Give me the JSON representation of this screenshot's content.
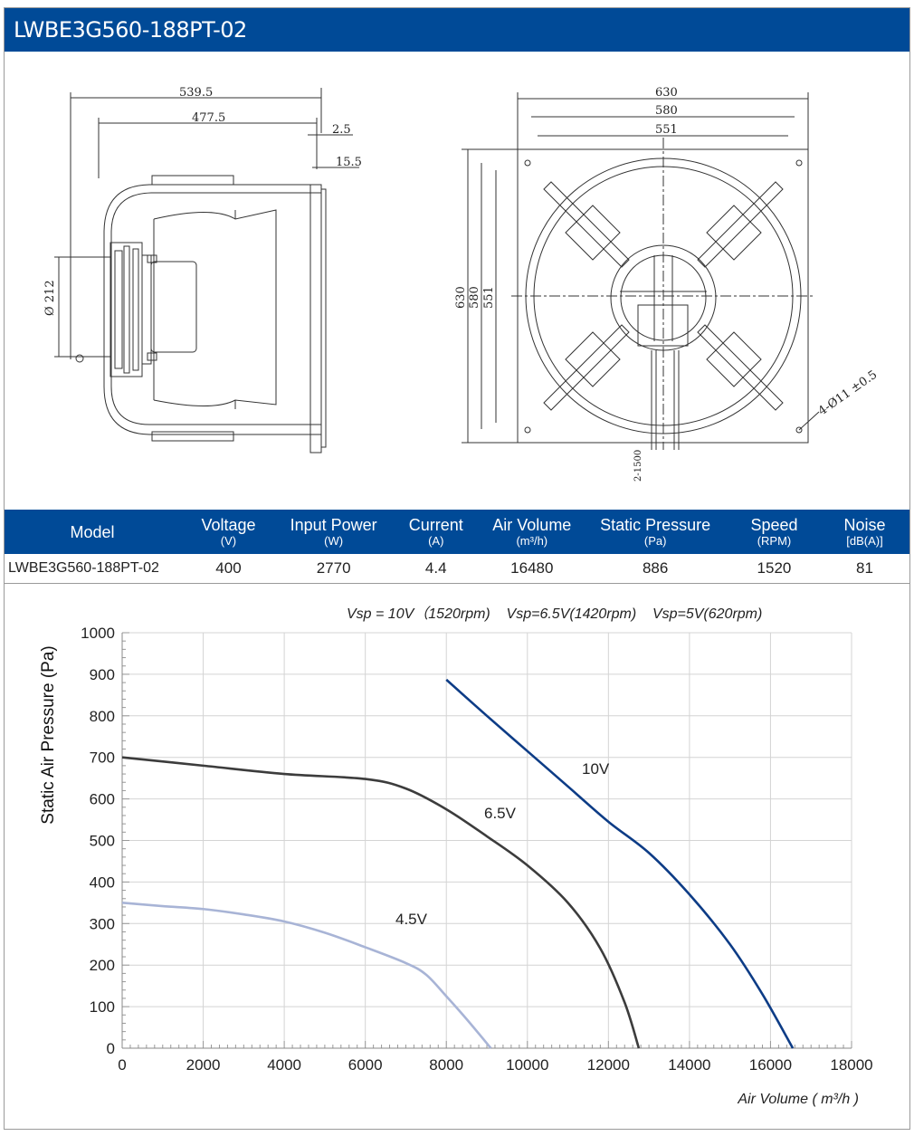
{
  "title": "LWBE3G560-188PT-02",
  "drawing": {
    "side": {
      "d1": "539.5",
      "d2": "477.5",
      "d3": "2.5",
      "d4": "15.5",
      "diameter": "Ø 212"
    },
    "front": {
      "w1": "630",
      "w2": "580",
      "w3": "551",
      "h1": "630",
      "h2": "580",
      "h3": "551",
      "holes": "4-Ø11 ±0.5",
      "cable": "2-1500"
    }
  },
  "table": {
    "headers": [
      {
        "label": "Model",
        "unit": ""
      },
      {
        "label": "Voltage",
        "unit": "(V)"
      },
      {
        "label": "Input Power",
        "unit": "(W)"
      },
      {
        "label": "Current",
        "unit": "(A)"
      },
      {
        "label": "Air Volume",
        "unit": "(m³/h)"
      },
      {
        "label": "Static Pressure",
        "unit": "(Pa)"
      },
      {
        "label": "Speed",
        "unit": "(RPM)"
      },
      {
        "label": "Noise",
        "unit": "[dB(A)]"
      }
    ],
    "row": [
      "LWBE3G560-188PT-02",
      "400",
      "2770",
      "4.4",
      "16480",
      "886",
      "1520",
      "81"
    ]
  },
  "chart_data": {
    "type": "line",
    "title": "Vsp = 10V（1520rpm)    Vsp=6.5V(1420rpm)    Vsp=5V(620rpm)",
    "xlabel": "Air Volume ( m³/h )",
    "ylabel": "Static Air Pressure  (Pa)",
    "xlim": [
      0,
      18000
    ],
    "ylim": [
      0,
      1000
    ],
    "xticks": [
      0,
      2000,
      4000,
      6000,
      8000,
      10000,
      12000,
      14000,
      16000,
      18000
    ],
    "yticks": [
      0,
      100,
      200,
      300,
      400,
      500,
      600,
      700,
      800,
      900,
      1000
    ],
    "grid": true,
    "series": [
      {
        "name": "10V",
        "color": "#0d3c86",
        "x": [
          8000,
          9000,
          10000,
          11000,
          12000,
          13000,
          14000,
          15000,
          15800,
          16550
        ],
        "y": [
          887,
          800,
          715,
          630,
          545,
          470,
          370,
          250,
          130,
          0
        ]
      },
      {
        "name": "6.5V",
        "color": "#3c3c3c",
        "x": [
          0,
          2000,
          4000,
          6000,
          7000,
          8000,
          9000,
          10000,
          11000,
          11800,
          12400,
          12750
        ],
        "y": [
          700,
          680,
          660,
          648,
          625,
          575,
          510,
          440,
          350,
          240,
          110,
          0
        ]
      },
      {
        "name": "4.5V",
        "color": "#a8b4d6",
        "x": [
          0,
          1000,
          2000,
          3000,
          4000,
          5000,
          6000,
          7000,
          7500,
          8000,
          8500,
          9100
        ],
        "y": [
          350,
          342,
          335,
          322,
          305,
          278,
          243,
          205,
          177,
          125,
          70,
          0
        ]
      }
    ]
  }
}
